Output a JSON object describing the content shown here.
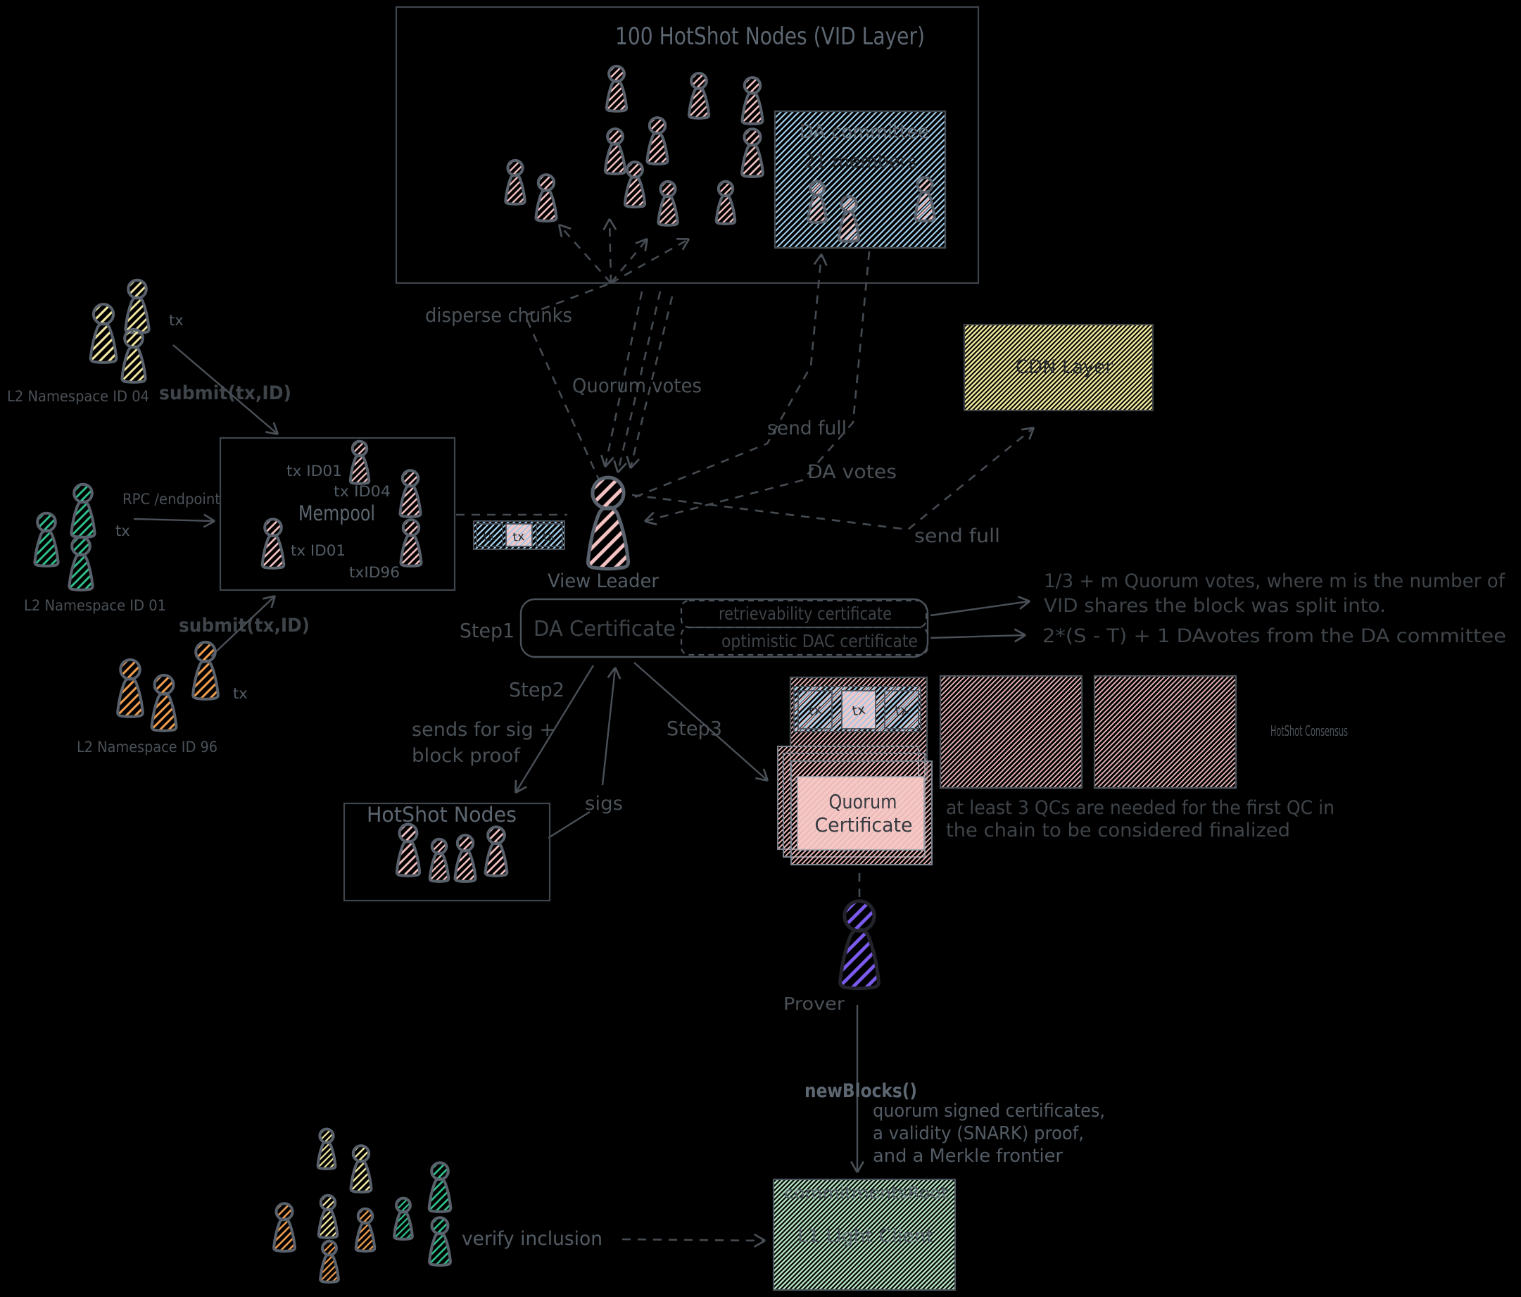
{
  "diagram": {
    "type": "excalidraw-architecture-diagram",
    "background": "#000000",
    "colors": {
      "pawn_pink": "#f6c3c3",
      "pawn_yellow": "#f3e9a2",
      "pawn_green": "#2ec48e",
      "pawn_orange": "#f09d4e",
      "pawn_purple": "#7c5bf0",
      "hatch_blue": "#a6d3ef",
      "hatch_yellow": "#f4eda0",
      "hatch_green": "#b9e8c6",
      "hatch_pink_dense": "#e9b6b6",
      "qc_fill": "#f5c8c6",
      "stroke_gray": "#4a5158",
      "text_gray": "#5d6771"
    },
    "vid_layer": {
      "title": "100 HotShot Nodes (VID Layer)"
    },
    "da_committee": {
      "line1": "DA committee",
      "line2": "21 members"
    },
    "cdn": {
      "label": "CDN Layer"
    },
    "namespaces": [
      {
        "label": "L2 Namespace ID 04",
        "tx": "tx",
        "arrow": "submit(tx,ID)",
        "color": "#f3e9a2"
      },
      {
        "label": "L2 Namespace ID 01",
        "tx": "tx",
        "arrow": "RPC /endpoint",
        "color": "#2ec48e"
      },
      {
        "label": "L2 Namespace ID 96",
        "tx": "tx",
        "arrow": "submit(tx,ID)",
        "color": "#f09d4e"
      }
    ],
    "mempool": {
      "title": "Mempool",
      "entry1": "tx ID01",
      "entry2": "tx ID04",
      "entry3": "tx ID01",
      "entry4": "txID96"
    },
    "view_leader": {
      "label": "View Leader"
    },
    "block_row": {
      "cell1": "tx",
      "cell2": "tx",
      "cell3": "tx"
    },
    "flows": {
      "disperse_chunks": "disperse chunks",
      "quorum_votes": "Quorum votes",
      "send_full_da": "send full",
      "da_votes": "DA votes",
      "send_full_cdn": "send full",
      "sends_for_sig_line1": "sends for sig +",
      "sends_for_sig_line2": "block proof",
      "sigs": "sigs",
      "verify_inclusion": "verify inclusion",
      "new_blocks": "newBlocks()",
      "new_blocks_desc1": "quorum signed certificates,",
      "new_blocks_desc2": "a validity (SNARK) proof,",
      "new_blocks_desc3": "and a Merkle frontier"
    },
    "steps": {
      "step1": "Step1",
      "step2": "Step2",
      "step3": "Step3"
    },
    "da_certificate": {
      "label": "DA Certificate",
      "retrievability": "retrievability certificate",
      "optimistic": "optimistic DAC certificate"
    },
    "notes": {
      "quorum_note_line1": "1/3 + m Quorum votes, where m is the number of",
      "quorum_note_line2": "VID shares the block was split into.",
      "da_note": "2*(S - T) + 1 DAvotes from the DA committee",
      "qc_note_line1": "at least 3 QCs are needed for the first QC in",
      "qc_note_line2": "the chain to be considered finalized",
      "hotshot_consensus": "HotShot Consensus"
    },
    "hotshot_nodes": {
      "title": "HotShot Nodes"
    },
    "block": {
      "tx1": "tx",
      "tx2": "tx",
      "tx3": "tx"
    },
    "quorum_certificate": {
      "line1": "Quorum",
      "line2": "Certificate"
    },
    "prover": {
      "label": "Prover"
    },
    "l1_light_client": {
      "top_label": "commitmentsRoot",
      "label": "L1 Light Client"
    }
  }
}
